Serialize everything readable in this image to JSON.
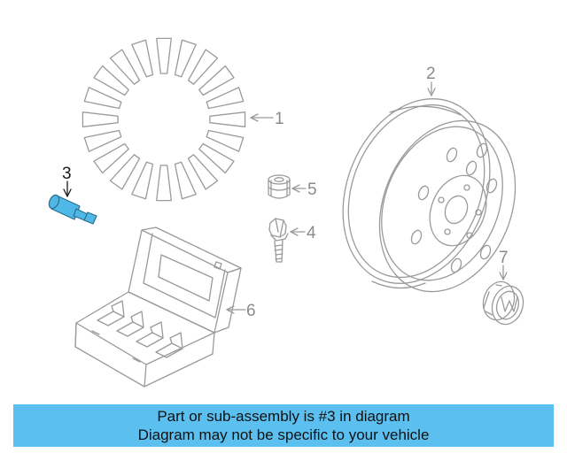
{
  "diagram": {
    "callouts": [
      {
        "id": "1",
        "label": "1"
      },
      {
        "id": "2",
        "label": "2"
      },
      {
        "id": "3",
        "label": "3"
      },
      {
        "id": "4",
        "label": "4"
      },
      {
        "id": "5",
        "label": "5"
      },
      {
        "id": "6",
        "label": "6"
      },
      {
        "id": "7",
        "label": "7"
      }
    ],
    "highlighted_part": "3",
    "colors": {
      "line": "#9a9a9a",
      "highlight": "#4fb8e6",
      "banner": "#5bc0f0"
    }
  },
  "banner": {
    "line1": "Part or sub-assembly is #3 in diagram",
    "line2": "Diagram may not be specific to your vehicle"
  }
}
